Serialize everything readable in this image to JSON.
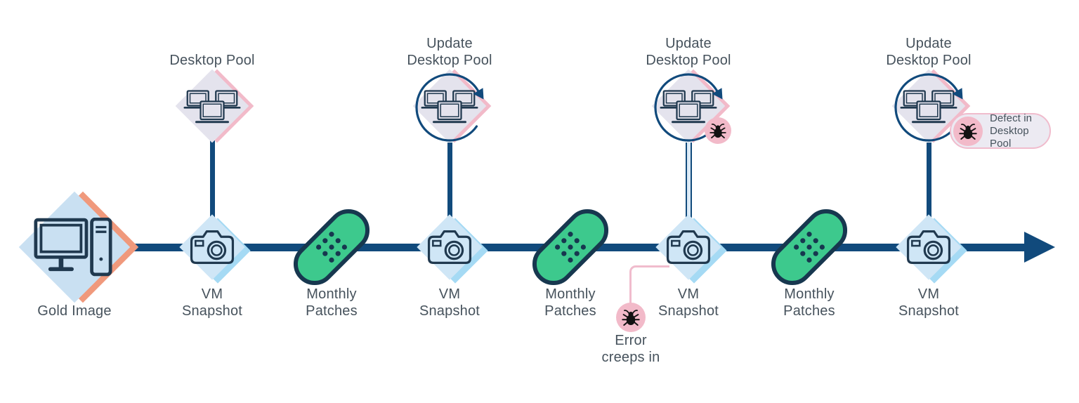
{
  "colors": {
    "navy": "#114a7c",
    "stroke": "#20394f",
    "light_blue": "#cfe6f6",
    "sky_blue": "#a5daf4",
    "pale_blue": "#c9e0f2",
    "salmon": "#f0997c",
    "lavender": "#e4e3ed",
    "pink": "#f2bac9",
    "pink_line": "#f0bccd",
    "green": "#3dc98d",
    "patch_outline": "#17374f",
    "text": "#46525c",
    "pill_bg": "#eceaf2",
    "bug": "#121212"
  },
  "gold": {
    "label": "Gold Image"
  },
  "stations": [
    {
      "top_label": [
        "Desktop Pool"
      ],
      "bottom_label": [
        "VM",
        "Snapshot"
      ]
    },
    {
      "top_label": [
        "Update",
        "Desktop Pool"
      ],
      "bottom_label": [
        "VM",
        "Snapshot"
      ]
    },
    {
      "top_label": [
        "Update",
        "Desktop Pool"
      ],
      "bottom_label": [
        "VM",
        "Snapshot"
      ]
    },
    {
      "top_label": [
        "Update",
        "Desktop Pool"
      ],
      "bottom_label": [
        "VM",
        "Snapshot"
      ]
    }
  ],
  "patches": [
    {
      "label": [
        "Monthly",
        "Patches"
      ]
    },
    {
      "label": [
        "Monthly",
        "Patches"
      ]
    },
    {
      "label": [
        "Monthly",
        "Patches"
      ]
    }
  ],
  "error_note": {
    "label": [
      "Error",
      "creeps in"
    ]
  },
  "defect_badge": {
    "label": [
      "Defect in",
      "Desktop Pool"
    ]
  }
}
